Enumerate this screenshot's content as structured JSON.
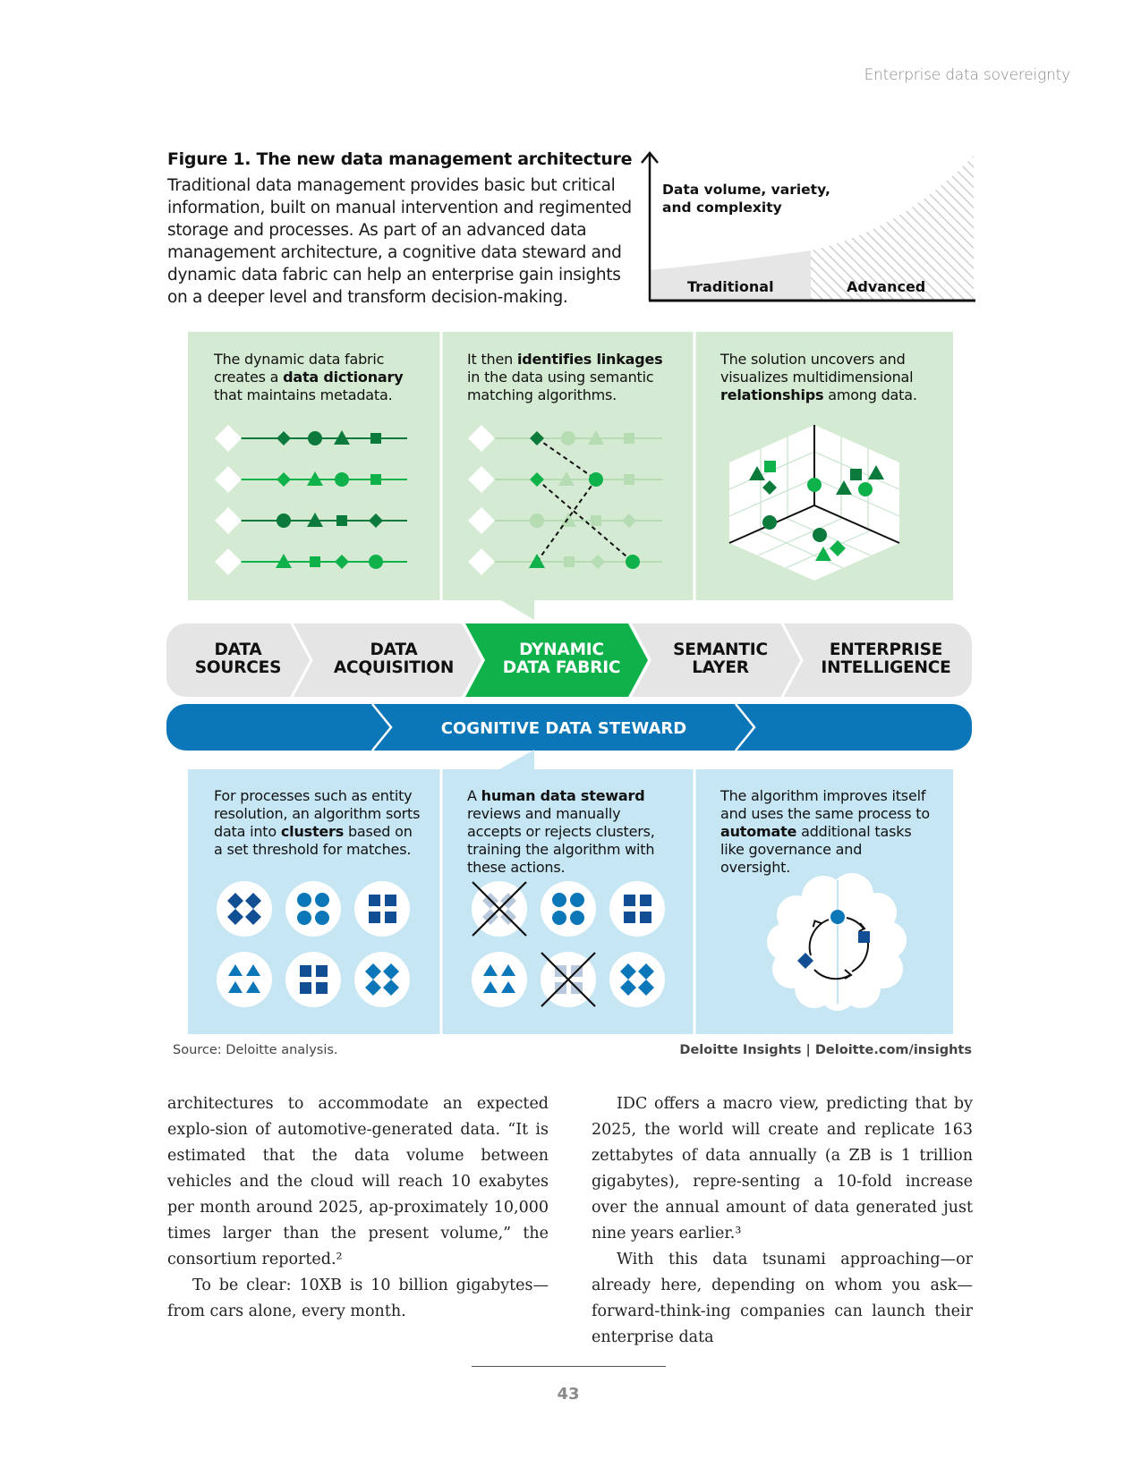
{
  "running_head": "Enterprise data sovereignty",
  "figure": {
    "title": "Figure 1. The new data management architecture",
    "description": "Traditional data management provides basic but critical information, built on manual intervention and regimented storage and processes. As part of an advanced data management architecture, a cognitive data steward and dynamic data fabric can help an enterprise gain insights on a deeper level and transform decision-making.",
    "axis_chart": {
      "ylabel_line1": "Data volume, variety,",
      "ylabel_line2": "and complexity",
      "left_label": "Traditional",
      "right_label": "Advanced"
    },
    "top_panels": [
      {
        "pre": "The dynamic data fabric creates a ",
        "bold": "data dictionary",
        "post": " that maintains metadata."
      },
      {
        "pre": "It then ",
        "bold": "identifies linkages",
        "post": " in the data using semantic matching algorithms."
      },
      {
        "pre": "The solution uncovers and visualizes multidimensional ",
        "bold": "relationships",
        "post": " among data."
      }
    ],
    "pipeline": [
      {
        "line1": "DATA",
        "line2": "SOURCES"
      },
      {
        "line1": "DATA",
        "line2": "ACQUISITION"
      },
      {
        "line1": "DYNAMIC",
        "line2": "DATA FABRIC"
      },
      {
        "line1": "SEMANTIC",
        "line2": "LAYER"
      },
      {
        "line1": "ENTERPRISE",
        "line2": "INTELLIGENCE"
      }
    ],
    "steward": "COGNITIVE DATA STEWARD",
    "bottom_panels": [
      {
        "pre": "For processes such as entity resolution, an algorithm sorts data into ",
        "bold": "clusters",
        "post": " based on a set threshold for matches."
      },
      {
        "pre": "A ",
        "bold": "human data steward",
        "post": " reviews and manually accepts or rejects clusters, training the algorithm with these actions."
      },
      {
        "pre": "The algorithm improves itself and uses the same process to ",
        "bold": "automate",
        "post": " additional tasks like governance and oversight."
      }
    ],
    "source": "Source: Deloitte analysis.",
    "credit": "Deloitte Insights | Deloitte.com/insights",
    "colors": {
      "green_panel": "#d5ead3",
      "green_dark": "#0b7a3b",
      "green_bright": "#0fb14a",
      "blue_panel": "#c7e6f4",
      "blue_steward": "#0b76b8",
      "blue_dark": "#114e94",
      "gray_pipeline": "#e5e5e5"
    }
  },
  "body": {
    "left_col": [
      "architectures to accommodate an expected explo-sion of automotive-generated data. “It is estimated that the data volume between vehicles and the cloud will reach 10 exabytes per month around 2025, ap-proximately 10,000 times larger than the present volume,” the consortium reported.²",
      "To be clear: 10XB is 10 billion gigabytes—from cars alone, every month."
    ],
    "right_col": [
      "IDC offers a macro view, predicting that by 2025, the world will create and replicate 163 zettabytes of data annually (a ZB is 1 trillion gigabytes), repre-senting a 10-fold increase over the annual amount of data generated just nine years earlier.³",
      "With this data tsunami approaching—or already here, depending on whom you ask—forward-think-ing companies can launch their enterprise data"
    ]
  },
  "page_number": "43"
}
